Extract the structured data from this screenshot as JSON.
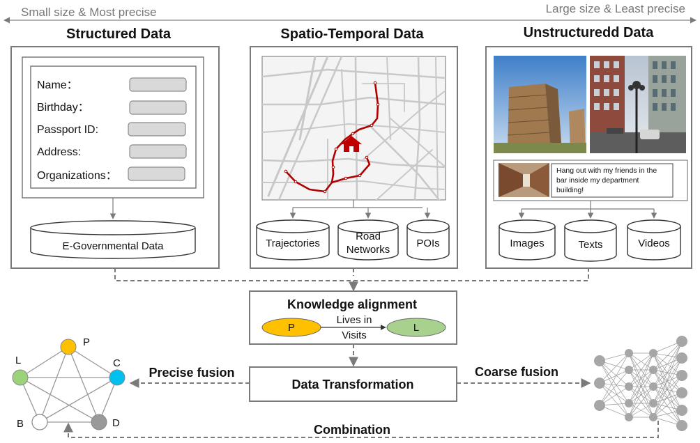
{
  "header": {
    "left": "Small size & Most precise",
    "right": "Large size & Least precise"
  },
  "structured": {
    "title": "Structured Data",
    "fields": [
      "Name：",
      "Birthday：",
      "Passport ID:",
      "Address:",
      "Organizations："
    ],
    "store": "E-Governmental Data"
  },
  "spatio": {
    "title": "Spatio-Temporal Data",
    "stores": [
      {
        "lines": [
          "Trajectories"
        ]
      },
      {
        "lines": [
          "Road",
          "Networks"
        ]
      },
      {
        "lines": [
          "POIs"
        ]
      }
    ]
  },
  "unstructured": {
    "title": "Unstructuredd Data",
    "tweet": [
      "Hang out with my friends in the",
      "bar inside my department",
      "building!"
    ],
    "stores": [
      "Images",
      "Texts",
      "Videos"
    ]
  },
  "alignment": {
    "title": "Knowledge alignment",
    "from_node": "P",
    "to_node": "L",
    "relation_top": "Lives in",
    "relation_bottom": "Visits"
  },
  "transformation": {
    "title": "Data Transformation"
  },
  "fusion": {
    "precise": "Precise fusion",
    "coarse": "Coarse fusion",
    "combination": "Combination"
  },
  "graph": {
    "nodes": [
      {
        "label": "P",
        "color": "#ffc000"
      },
      {
        "label": "C",
        "color": "#00c0f0"
      },
      {
        "label": "D",
        "color": "#999999"
      },
      {
        "label": "B",
        "color": "#ffffff"
      },
      {
        "label": "L",
        "color": "#9bd27a"
      }
    ]
  },
  "colors": {
    "trajectory": "#b00000",
    "home": "#c00000",
    "node_p": "#ffc000",
    "node_l": "#a9d18e",
    "nn_node": "#a6a6a6"
  }
}
